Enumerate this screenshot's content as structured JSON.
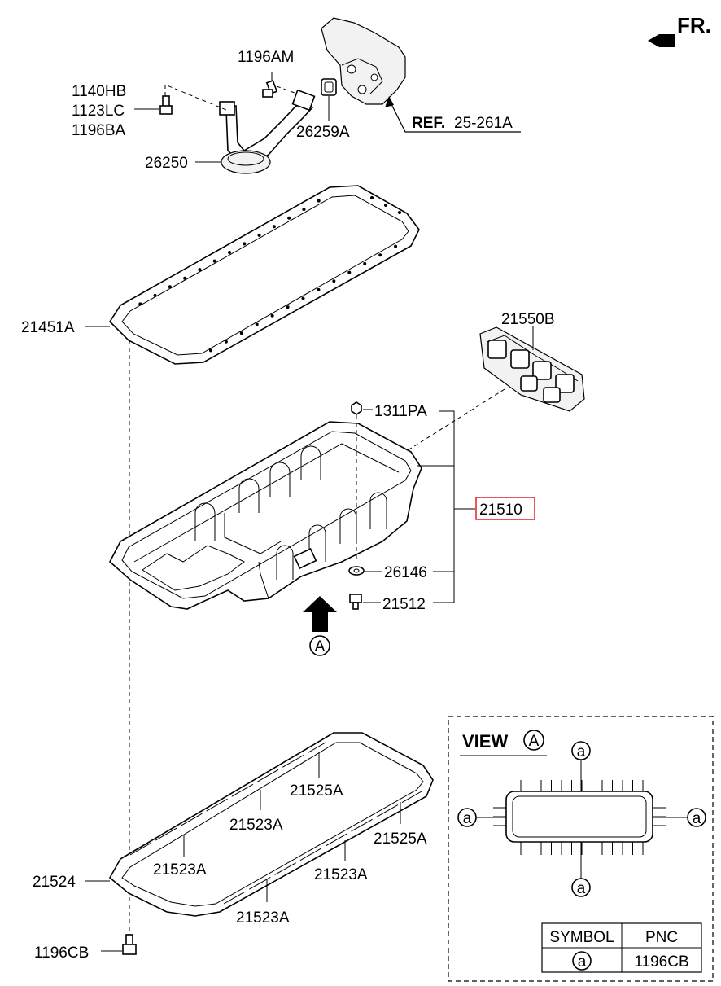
{
  "header": {
    "direction_label": "FR.",
    "ref_prefix": "REF.",
    "ref_code": "25-261A"
  },
  "labels": {
    "p1140HB": "1140HB",
    "p1123LC": "1123LC",
    "p1196BA": "1196BA",
    "p1196AM": "1196AM",
    "p26259A": "26259A",
    "p26250": "26250",
    "p21451A": "21451A",
    "p21550B": "21550B",
    "p1311PA": "1311PA",
    "p21510": "21510",
    "p26146": "26146",
    "p21512": "21512",
    "view_arrow_letter": "A",
    "p21525A_top": "21525A",
    "p21523A_1": "21523A",
    "p21525A_right": "21525A",
    "p21523A_2": "21523A",
    "p21523A_3": "21523A",
    "p21524": "21524",
    "p21523A_4": "21523A",
    "p1196CB": "1196CB"
  },
  "view": {
    "title": "VIEW",
    "circle_letter": "A",
    "marker": "a"
  },
  "symbol_table": {
    "headers": [
      "SYMBOL",
      "PNC"
    ],
    "rows": [
      [
        "a",
        "1196CB"
      ]
    ]
  },
  "colors": {
    "highlight_box": "#e02020",
    "line": "#000000"
  }
}
